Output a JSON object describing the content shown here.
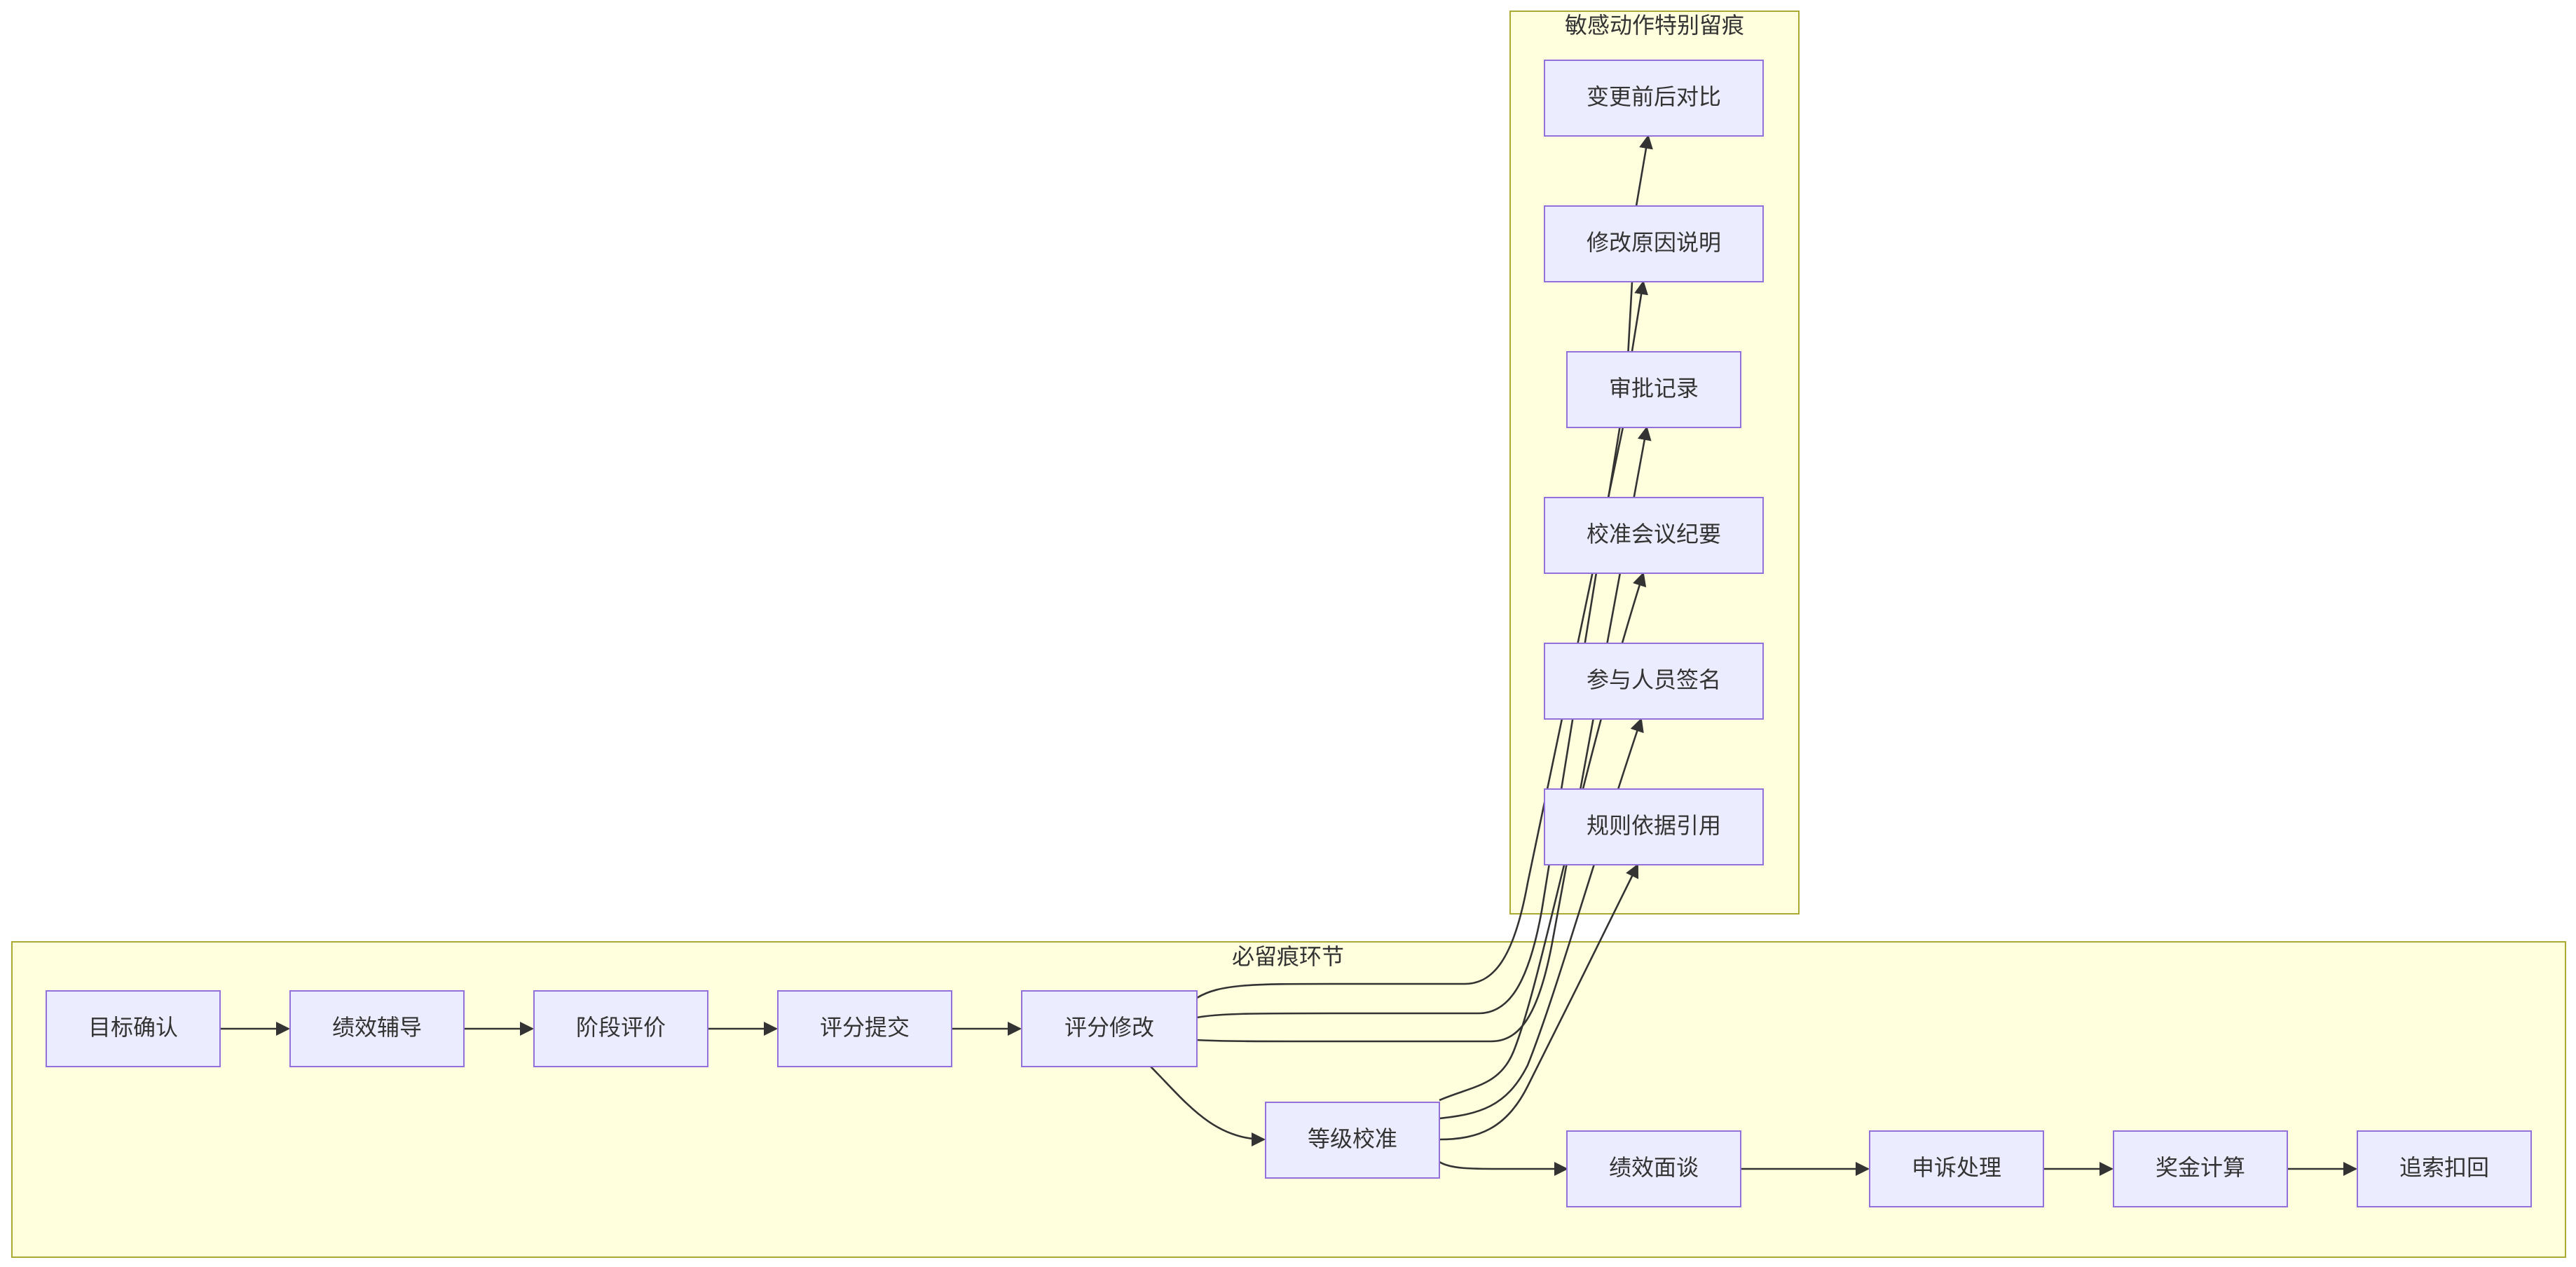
{
  "clusters": {
    "main": {
      "label": "必留痕环节"
    },
    "sensitive": {
      "label": "敏感动作特别留痕"
    }
  },
  "nodes": {
    "goal_confirm": "目标确认",
    "coaching": "绩效辅导",
    "stage_review": "阶段评价",
    "score_submit": "评分提交",
    "score_modify": "评分修改",
    "grade_calibration": "等级校准",
    "perf_interview": "绩效面谈",
    "appeal_handling": "申诉处理",
    "bonus_calc": "奖金计算",
    "clawback": "追索扣回",
    "before_after": "变更前后对比",
    "modify_reason": "修改原因说明",
    "approval_record": "审批记录",
    "calib_minutes": "校准会议纪要",
    "participant_sign": "参与人员签名",
    "rule_citation": "规则依据引用"
  },
  "edges": [
    [
      "goal_confirm",
      "coaching"
    ],
    [
      "coaching",
      "stage_review"
    ],
    [
      "stage_review",
      "score_submit"
    ],
    [
      "score_submit",
      "score_modify"
    ],
    [
      "score_modify",
      "grade_calibration"
    ],
    [
      "grade_calibration",
      "perf_interview"
    ],
    [
      "perf_interview",
      "appeal_handling"
    ],
    [
      "appeal_handling",
      "bonus_calc"
    ],
    [
      "bonus_calc",
      "clawback"
    ],
    [
      "score_modify",
      "before_after"
    ],
    [
      "score_modify",
      "modify_reason"
    ],
    [
      "score_modify",
      "approval_record"
    ],
    [
      "grade_calibration",
      "calib_minutes"
    ],
    [
      "grade_calibration",
      "participant_sign"
    ],
    [
      "grade_calibration",
      "rule_citation"
    ]
  ],
  "colors": {
    "cluster_fill": "#ffffde",
    "cluster_stroke": "#aaaa33",
    "node_fill": "#ececff",
    "node_stroke": "#9370db",
    "edge": "#333333",
    "text": "#333333"
  }
}
